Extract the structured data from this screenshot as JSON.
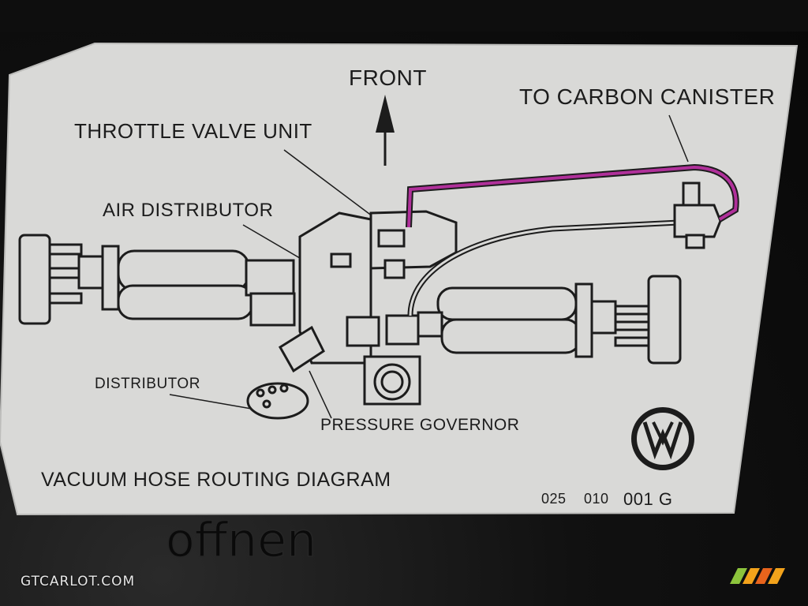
{
  "labels": {
    "front": "FRONT",
    "carbon_canister": "TO CARBON CANISTER",
    "throttle_valve_unit": "THROTTLE VALVE UNIT",
    "air_distributor": "AIR DISTRIBUTOR",
    "distributor": "DISTRIBUTOR",
    "pressure_governor": "PRESSURE GOVERNOR",
    "title": "VACUUM HOSE ROUTING DIAGRAM",
    "part_number_a": "025",
    "part_number_b": "010",
    "part_number_c": "001 G"
  },
  "watermark": {
    "text": "GTCARLOT.COM"
  },
  "colors": {
    "label_background": "#d9d9d7",
    "ink": "#1c1c1c",
    "vacuum_hose": "#b0309a",
    "stripe_1": "#8cc43c",
    "stripe_2": "#f2a21b",
    "stripe_3": "#e8641c"
  }
}
